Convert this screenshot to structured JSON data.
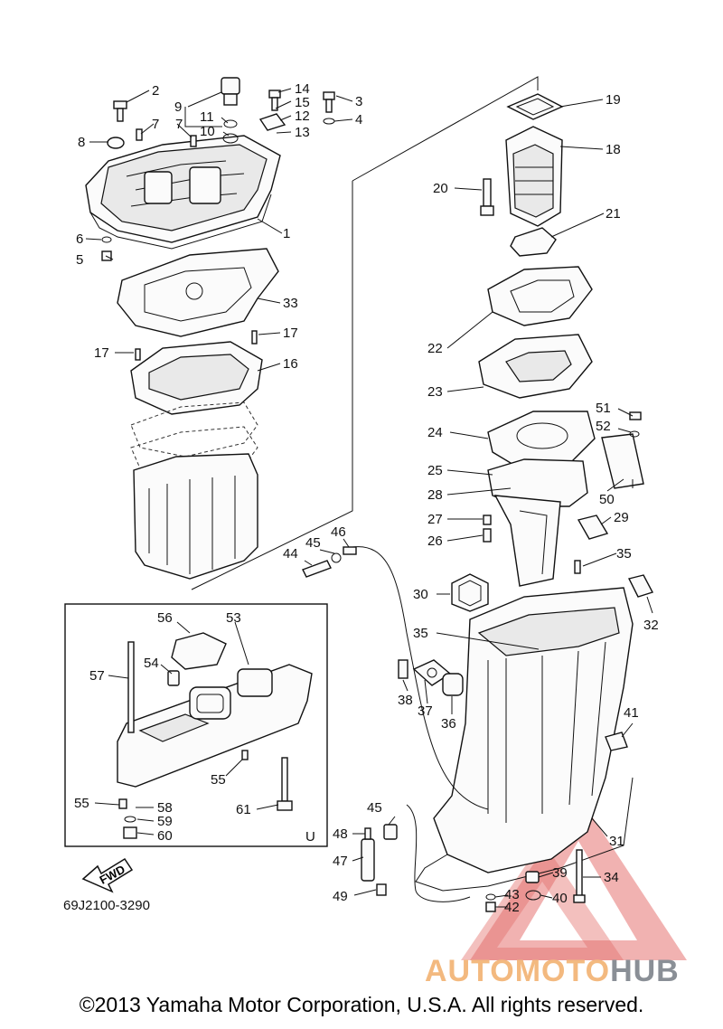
{
  "diagram_code": "69J2100-3290",
  "inset_label": "U",
  "fwd_label": "FWD",
  "watermark": {
    "prefix": "AUTOMOTO",
    "suffix": "HUB",
    "prefix_color": "#f3b97f",
    "suffix_color": "#8a8f96",
    "triangle_color": "#e05a57"
  },
  "copyright": "©2013 Yamaha Motor Corporation, U.S.A. All rights reserved.",
  "callouts": {
    "n1": "1",
    "n2": "2",
    "n3": "3",
    "n4": "4",
    "n5": "5",
    "n6": "6",
    "n7a": "7",
    "n7b": "7",
    "n8": "8",
    "n9": "9",
    "n10": "10",
    "n11": "11",
    "n12": "12",
    "n13": "13",
    "n14": "14",
    "n15": "15",
    "n16": "16",
    "n17a": "17",
    "n17b": "17",
    "n18": "18",
    "n19": "19",
    "n20": "20",
    "n21": "21",
    "n22": "22",
    "n23": "23",
    "n24": "24",
    "n25": "25",
    "n26": "26",
    "n27": "27",
    "n28": "28",
    "n29": "29",
    "n30": "30",
    "n31": "31",
    "n32": "32",
    "n33": "33",
    "n34": "34",
    "n35a": "35",
    "n35b": "35",
    "n36": "36",
    "n37": "37",
    "n38": "38",
    "n39": "39",
    "n40": "40",
    "n41": "41",
    "n42": "42",
    "n43": "43",
    "n44": "44",
    "n45a": "45",
    "n45b": "45",
    "n46": "46",
    "n47": "47",
    "n48": "48",
    "n49": "49",
    "n50": "50",
    "n51": "51",
    "n52": "52",
    "n53": "53",
    "n54": "54",
    "n55a": "55",
    "n55b": "55",
    "n56": "56",
    "n57": "57",
    "n58": "58",
    "n59": "59",
    "n60": "60",
    "n61": "61"
  }
}
